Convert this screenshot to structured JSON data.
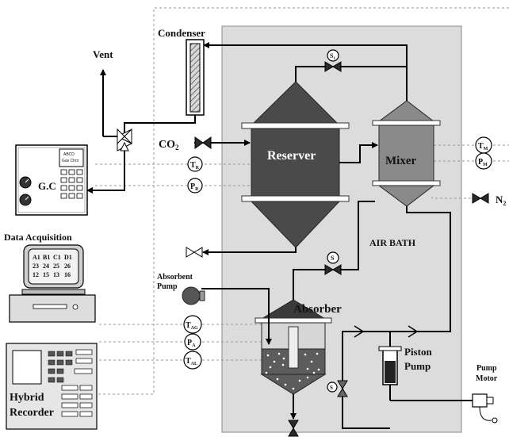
{
  "labels": {
    "condenser": "Condenser",
    "vent": "Vent",
    "co2_main": "CO",
    "co2_sub": "2",
    "gc": "G.C",
    "gc_panel_line1": "ABCD",
    "gc_panel_line2": "Gas Chro",
    "reserver": "Reserver",
    "mixer": "Mixer",
    "n2_main": "N",
    "n2_sub": "2",
    "data_acquisition": "Data Acquisition",
    "air_bath": "AIR BATH",
    "absorbent_pump_line1": "Absorbent",
    "absorbent_pump_line2": "Pump",
    "absorber": "Absorber",
    "piston_pump_line1": "Piston",
    "piston_pump_line2": "Pump",
    "pump_motor_line1": "Pump",
    "pump_motor_line2": "Motor",
    "hybrid_recorder_line1": "Hybrid",
    "hybrid_recorder_line2": "Recorder"
  },
  "instruments": {
    "tr_main": "T",
    "tr_sub": "R",
    "pr_main": "P",
    "pr_sub": "R",
    "tm_main": "T",
    "tm_sub": "M",
    "pm_main": "P",
    "pm_sub": "M",
    "tag_main": "T",
    "tag_sub": "AG",
    "pa_main": "P",
    "pa_sub": "A",
    "tal_main": "T",
    "tal_sub": "AL",
    "s1_main": "S",
    "s1_sub": "1",
    "s_mid": "S",
    "s_low": "S"
  },
  "data_screen": {
    "rows": [
      [
        "A1",
        "B1",
        "C1",
        "D1"
      ],
      [
        "23",
        "24",
        "25",
        "26"
      ],
      [
        "12",
        "15",
        "13",
        "16"
      ]
    ]
  }
}
